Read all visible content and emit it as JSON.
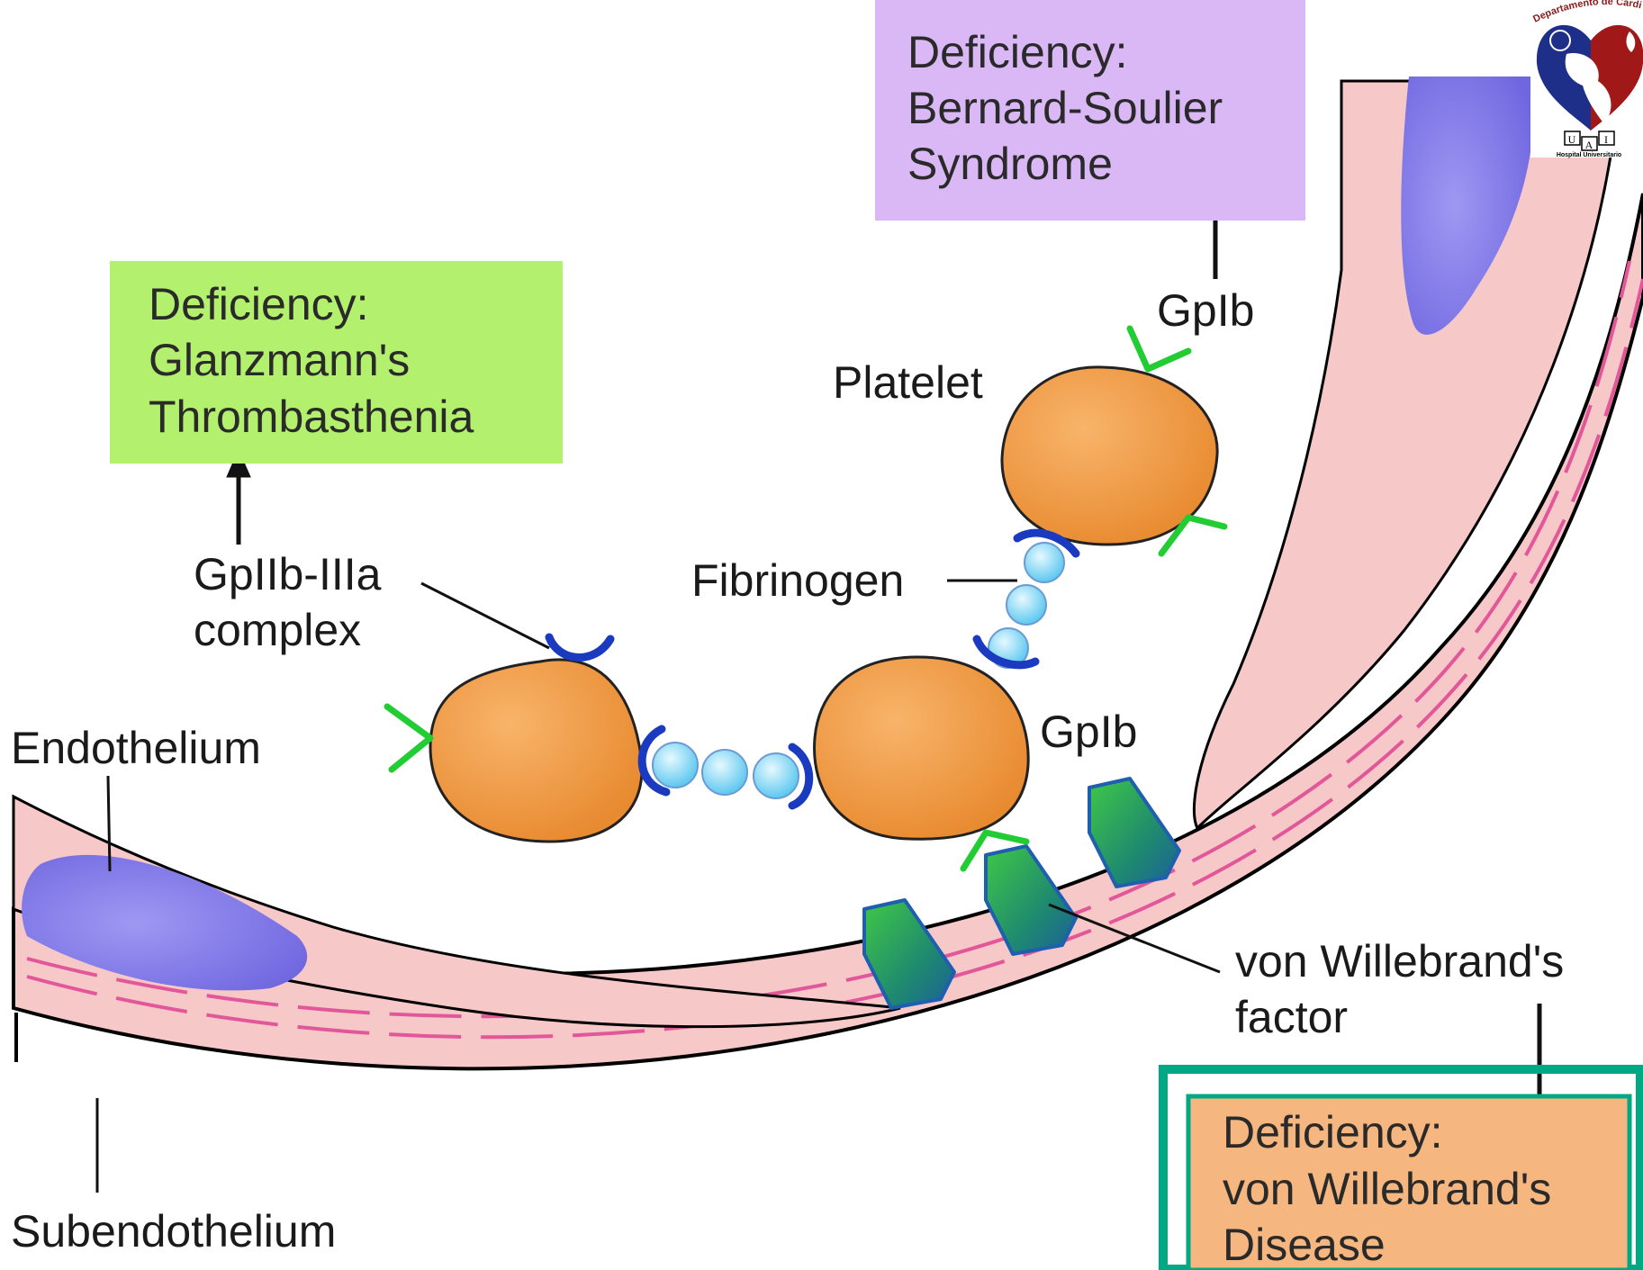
{
  "boxes": {
    "bernard_soulier": {
      "line1": "Deficiency:",
      "line2": "Bernard-Soulier",
      "line3": "Syndrome",
      "color": "#d9b8f5"
    },
    "glanzmann": {
      "line1": "Deficiency:",
      "line2": "Glanzmann's",
      "line3": "Thrombasthenia",
      "color": "#b2f06e"
    },
    "von_willebrand": {
      "line1": "Deficiency:",
      "line2": "von Willebrand's",
      "line3": "Disease",
      "color": "#f5b77f",
      "border": "#00a884"
    }
  },
  "labels": {
    "gpib_top": "GpIb",
    "platelet": "Platelet",
    "gpiib_line1": "GpIIb-IIIa",
    "gpiib_line2": "complex",
    "fibrinogen": "Fibrinogen",
    "gpib_mid": "GpIb",
    "endothelium": "Endothelium",
    "vwf_line1": "von Willebrand's",
    "vwf_line2": "factor",
    "subendothelium": "Subendothelium"
  },
  "logo": {
    "arc_text": "Departamento de Cardiología",
    "letters": [
      "U",
      "A",
      "I"
    ],
    "caption": "Hospital Universitario"
  },
  "colors": {
    "platelet": "#f39a45",
    "vessel": "#f7c8c8",
    "nucleus": "#8f86ea",
    "gpib_receptor": "#22cc33",
    "gpiib_receptor": "#1a3bbf",
    "fibrinogen": "#7ad9f5"
  }
}
